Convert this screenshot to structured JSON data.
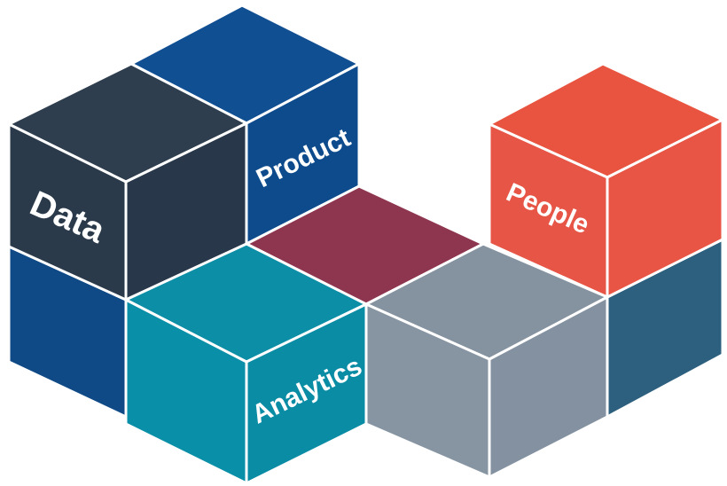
{
  "labels": {
    "data": "Data",
    "product": "Product",
    "people": "People",
    "analytics": "Analytics"
  },
  "colors": {
    "data": "#2b3a4a",
    "product": "#0e4f8f",
    "people": "#e85444",
    "analytics": "#0a8fa8",
    "maroon": "#8d354e",
    "gray": "#8593a1",
    "dark_teal": "#2d5f7f",
    "navy_block": "#104a85",
    "background": "#ffffff"
  }
}
